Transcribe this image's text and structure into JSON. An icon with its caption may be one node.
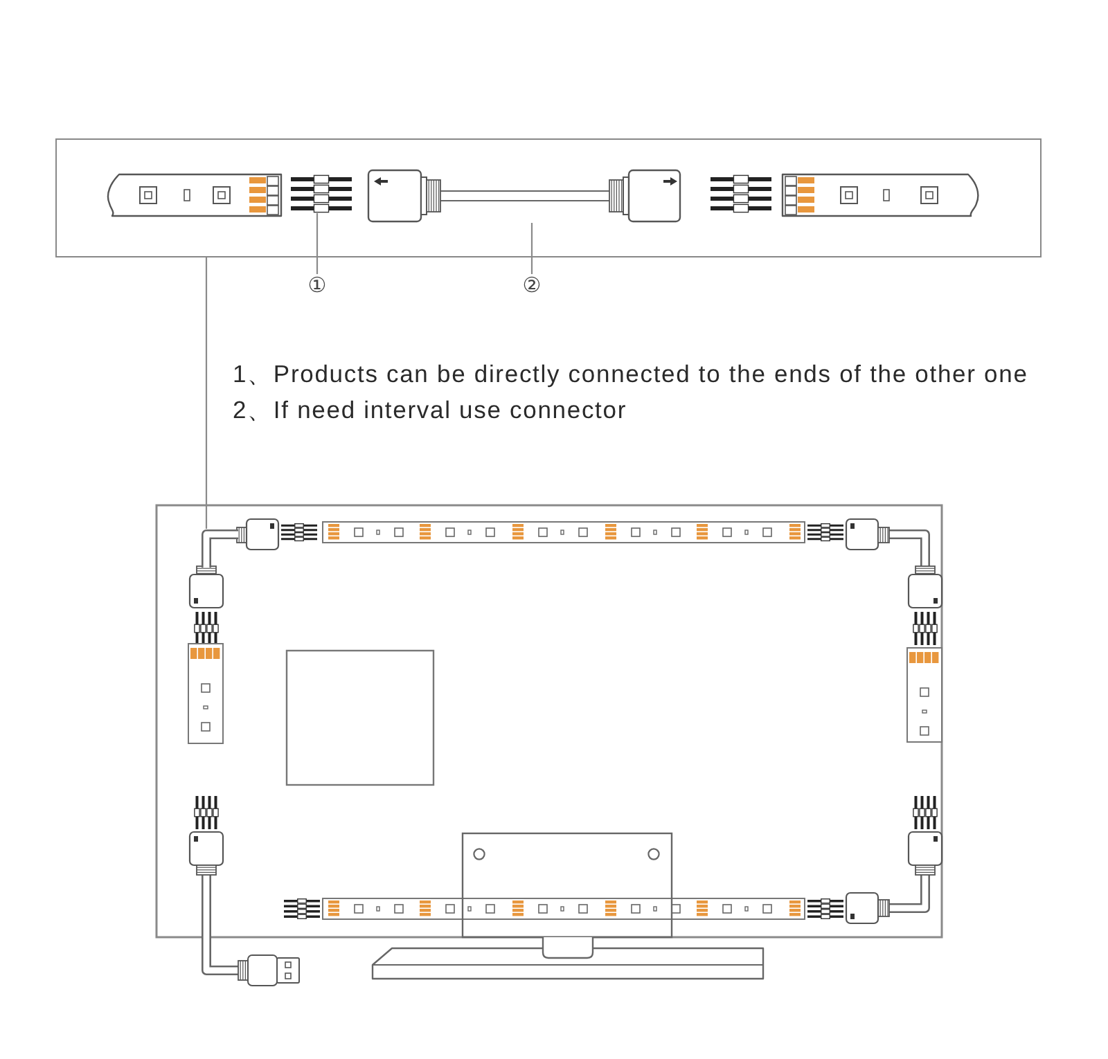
{
  "diagram": {
    "nodes": [
      {
        "text": [],
        "shape": "box"
      },
      {
        "text": [],
        "shape": "picture",
        "in": 0
      },
      {
        "text": [],
        "shape": "picture",
        "in": 0
      },
      {
        "text": [
          "①"
        ]
      },
      {
        "text": [
          "②"
        ]
      },
      {
        "text": [],
        "shape": "picture"
      }
    ],
    "edges": [
      {
        "from": 3,
        "to": 1,
        "arrow": "none"
      },
      {
        "from": 4,
        "to": 2,
        "arrow": "none"
      },
      {
        "from": 0,
        "to": 5,
        "arrow": "none"
      }
    ],
    "labels": [
      "1、Products can be directly connected to the ends of the other one",
      "2、If need interval use connector"
    ]
  }
}
